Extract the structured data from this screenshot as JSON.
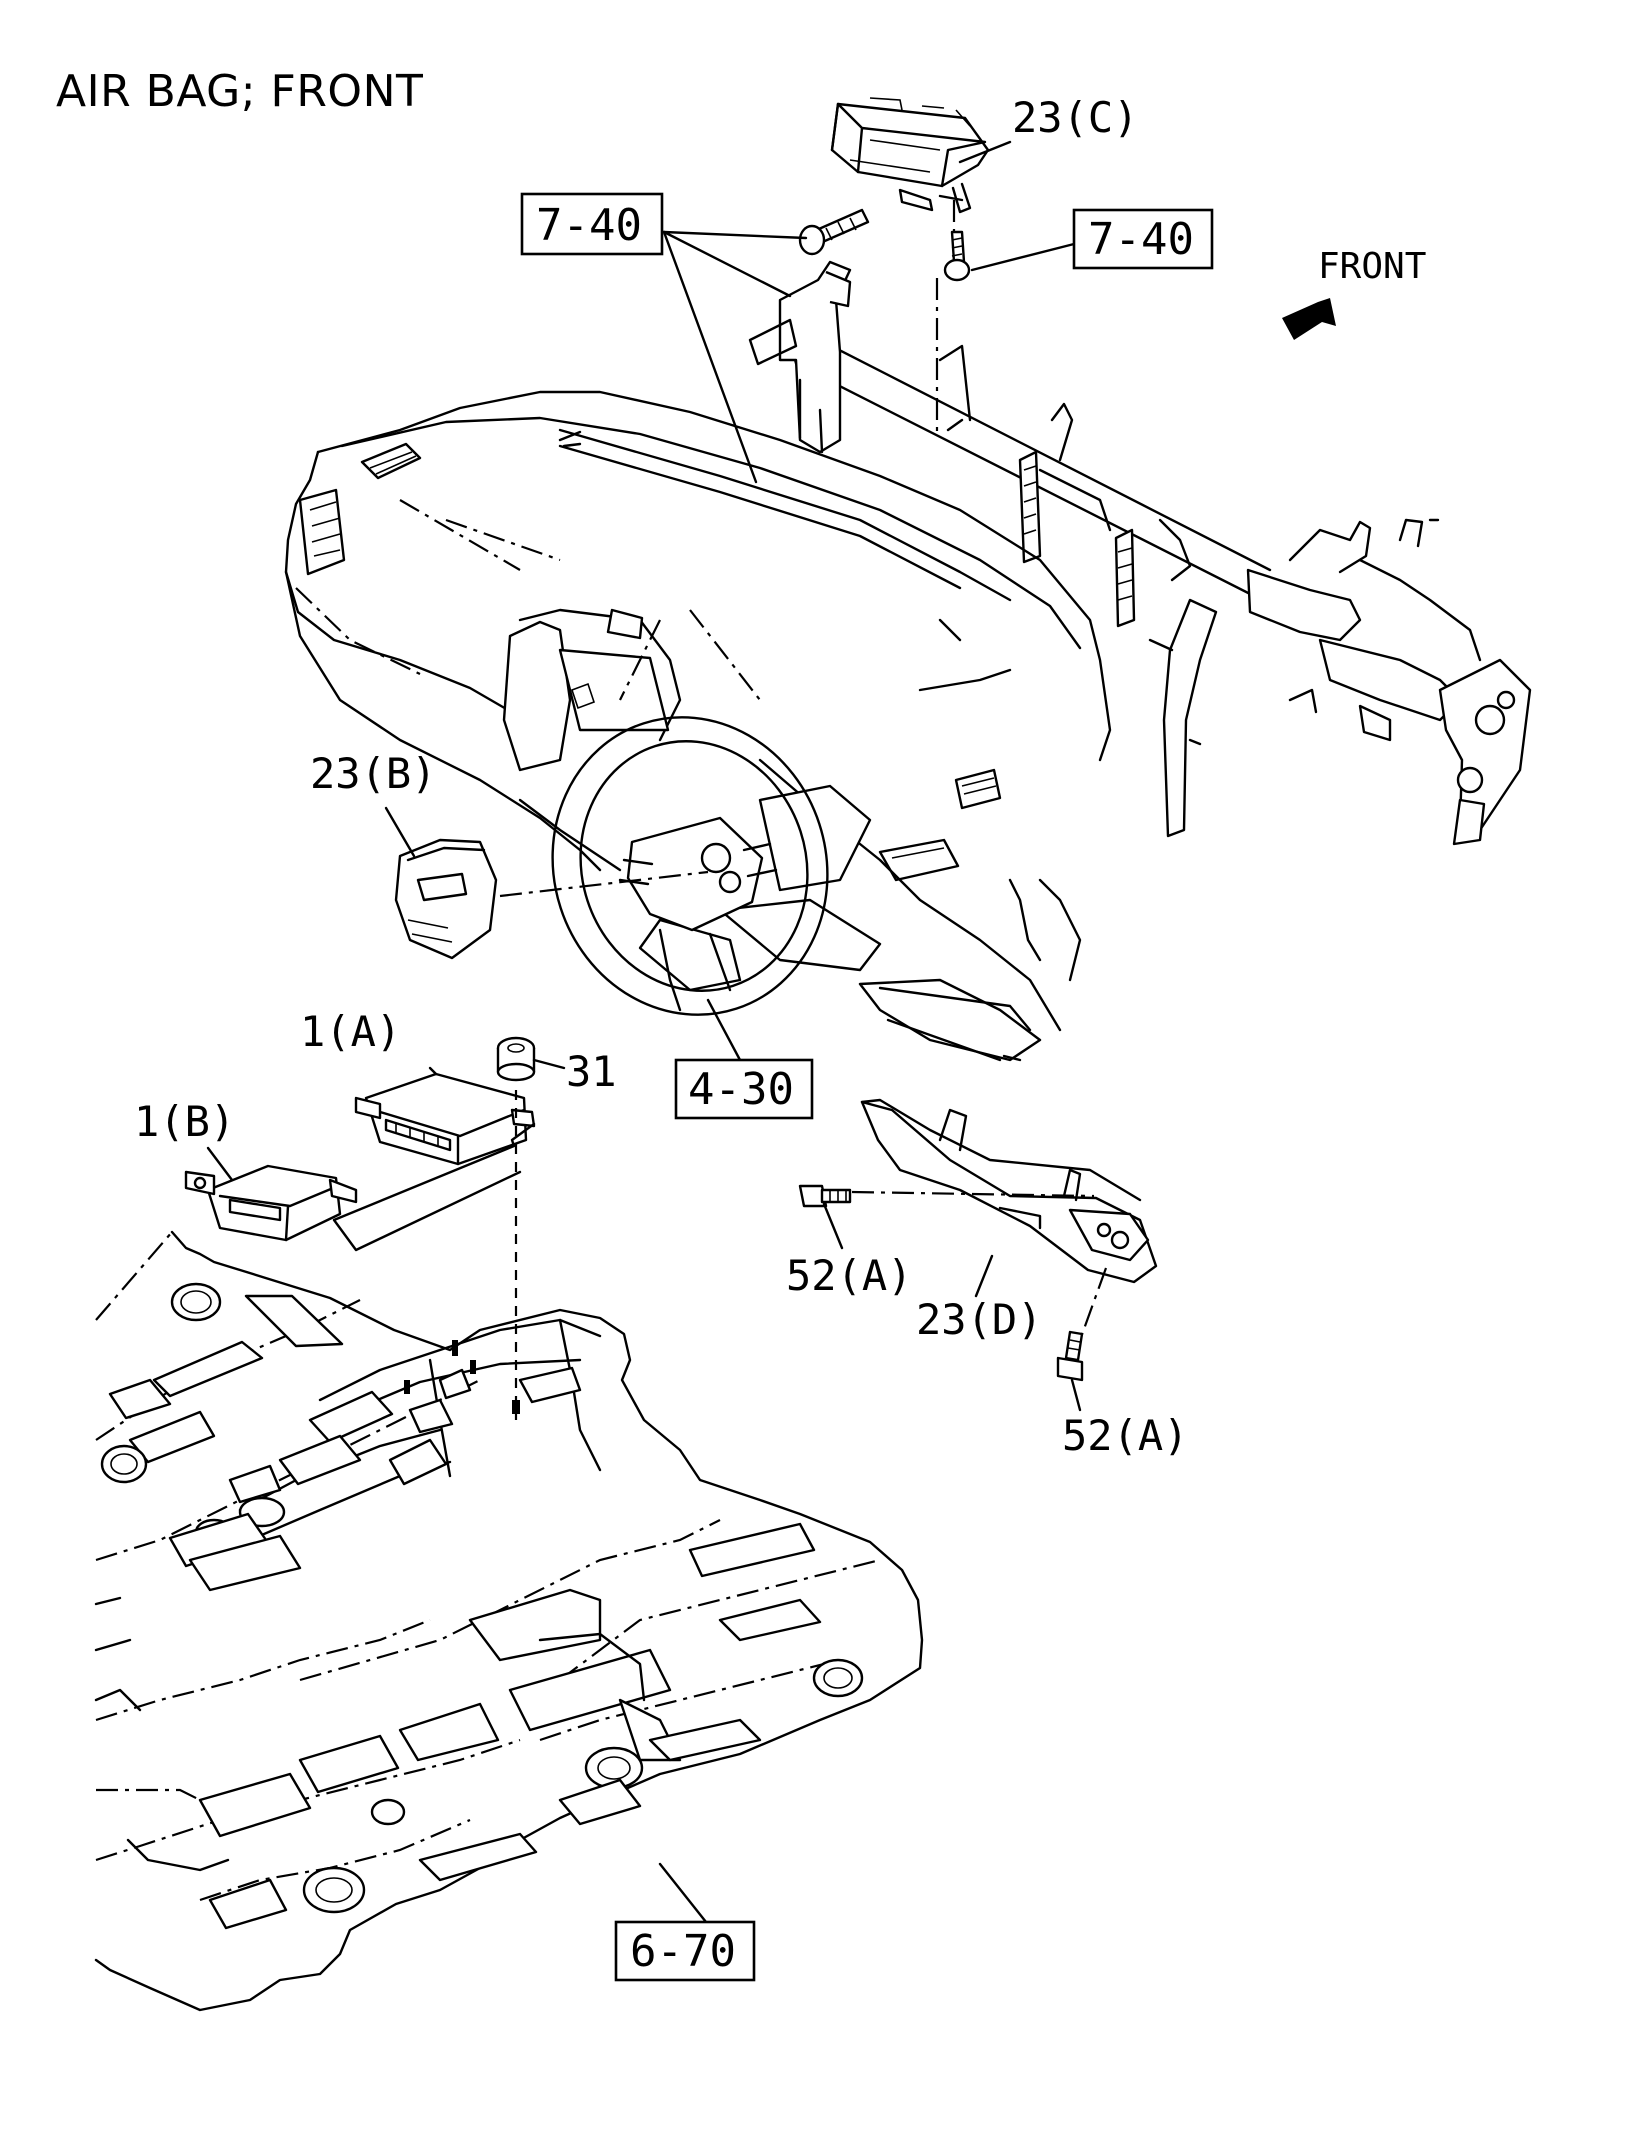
{
  "title": "AIR BAG; FRONT",
  "direction_label": "FRONT",
  "callouts": [
    {
      "id": "23C",
      "text": "23(C)"
    },
    {
      "id": "23B",
      "text": "23(B)"
    },
    {
      "id": "23D",
      "text": "23(D)"
    },
    {
      "id": "1A",
      "text": "1(A)"
    },
    {
      "id": "1B",
      "text": "1(B)"
    },
    {
      "id": "31",
      "text": "31"
    },
    {
      "id": "52A_1",
      "text": "52(A)"
    },
    {
      "id": "52A_2",
      "text": "52(A)"
    }
  ],
  "boxed_refs": [
    {
      "id": "ref_7_40_a",
      "text": "7-40"
    },
    {
      "id": "ref_7_40_b",
      "text": "7-40"
    },
    {
      "id": "ref_4_30",
      "text": "4-30"
    },
    {
      "id": "ref_6_70",
      "text": "6-70"
    }
  ]
}
